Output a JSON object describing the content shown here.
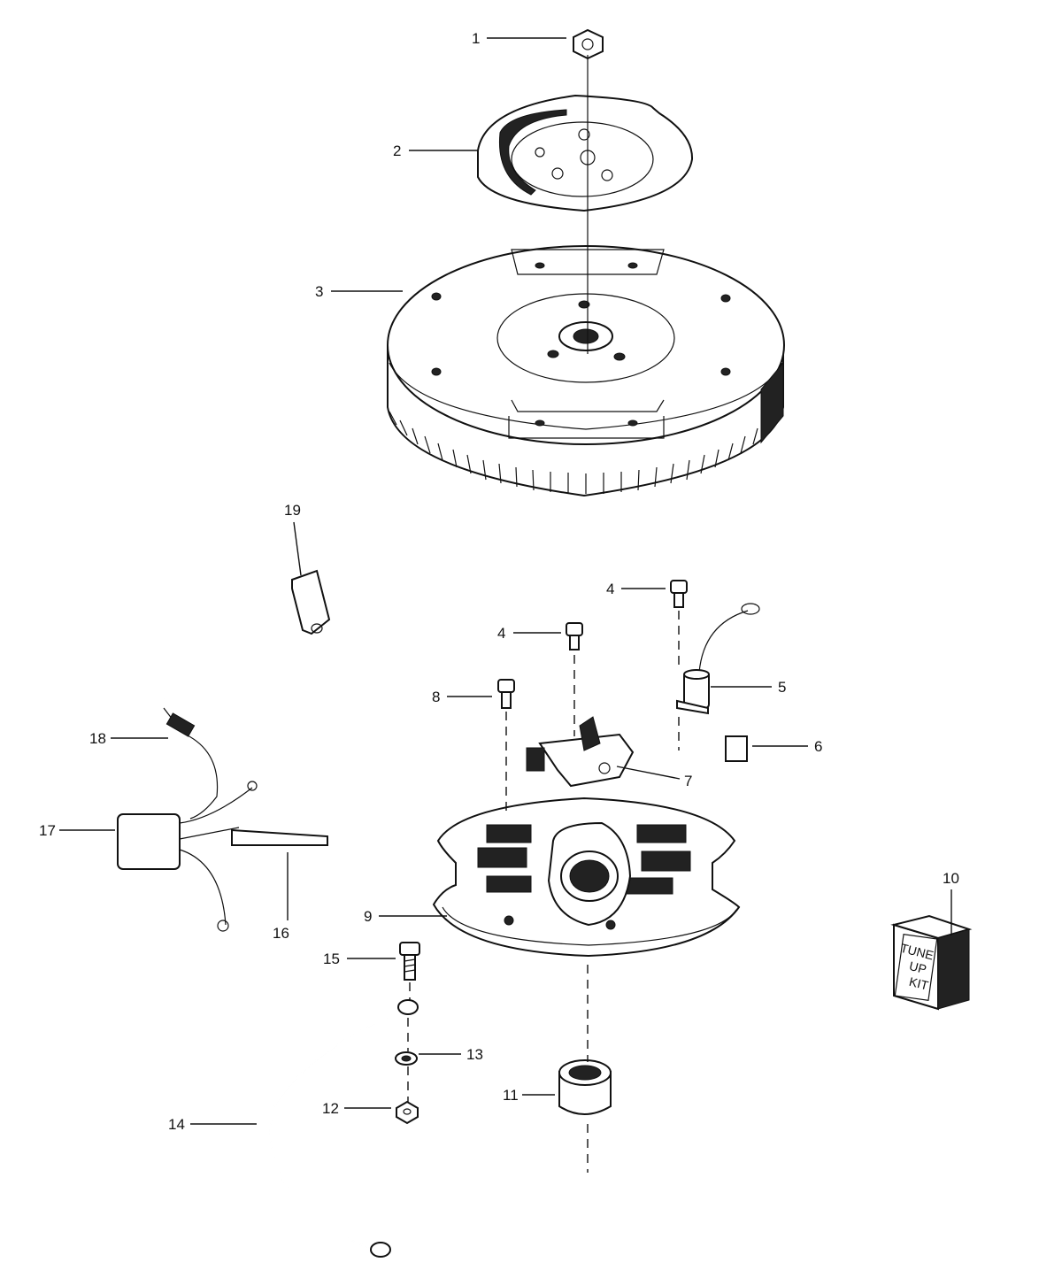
{
  "callouts": {
    "c1": "1",
    "c2": "2",
    "c3": "3",
    "c4a": "4",
    "c4b": "4",
    "c5": "5",
    "c6": "6",
    "c7": "7",
    "c8": "8",
    "c9": "9",
    "c10": "10",
    "c11": "11",
    "c12": "12",
    "c13": "13",
    "c14": "14",
    "c15": "15",
    "c16": "16",
    "c17": "17",
    "c18": "18",
    "c19": "19"
  },
  "kit_label": {
    "line1": "TUNE",
    "line2": "UP",
    "line3": "KIT"
  }
}
